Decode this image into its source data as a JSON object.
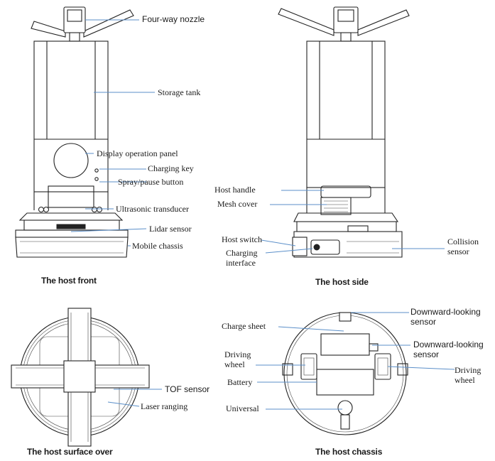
{
  "captions": {
    "front": "The host front",
    "side": "The host side",
    "top": "The host surface over",
    "chassis": "The host chassis"
  },
  "front_labels": {
    "nozzle": "Four-way nozzle",
    "tank": "Storage tank",
    "panel": "Display operation panel",
    "charging_key": "Charging key",
    "spray_button": "Spray/pause button",
    "ultrasonic": "Ultrasonic transducer",
    "lidar": "Lidar sensor",
    "chassis": "Mobile chassis"
  },
  "side_labels": {
    "handle": "Host handle",
    "mesh": "Mesh cover",
    "switch": "Host switch",
    "charging_interface": "Charging interface",
    "collision": "Collision sensor"
  },
  "top_labels": {
    "tof": "TOF sensor",
    "laser": "Laser ranging"
  },
  "chassis_labels": {
    "charge_sheet": "Charge sheet",
    "down1": "Downward-looking sensor",
    "down2": "Downward-looking sensor",
    "driving_left": "Driving wheel",
    "driving_right": "Driving wheel",
    "battery": "Battery",
    "universal": "Universal"
  }
}
